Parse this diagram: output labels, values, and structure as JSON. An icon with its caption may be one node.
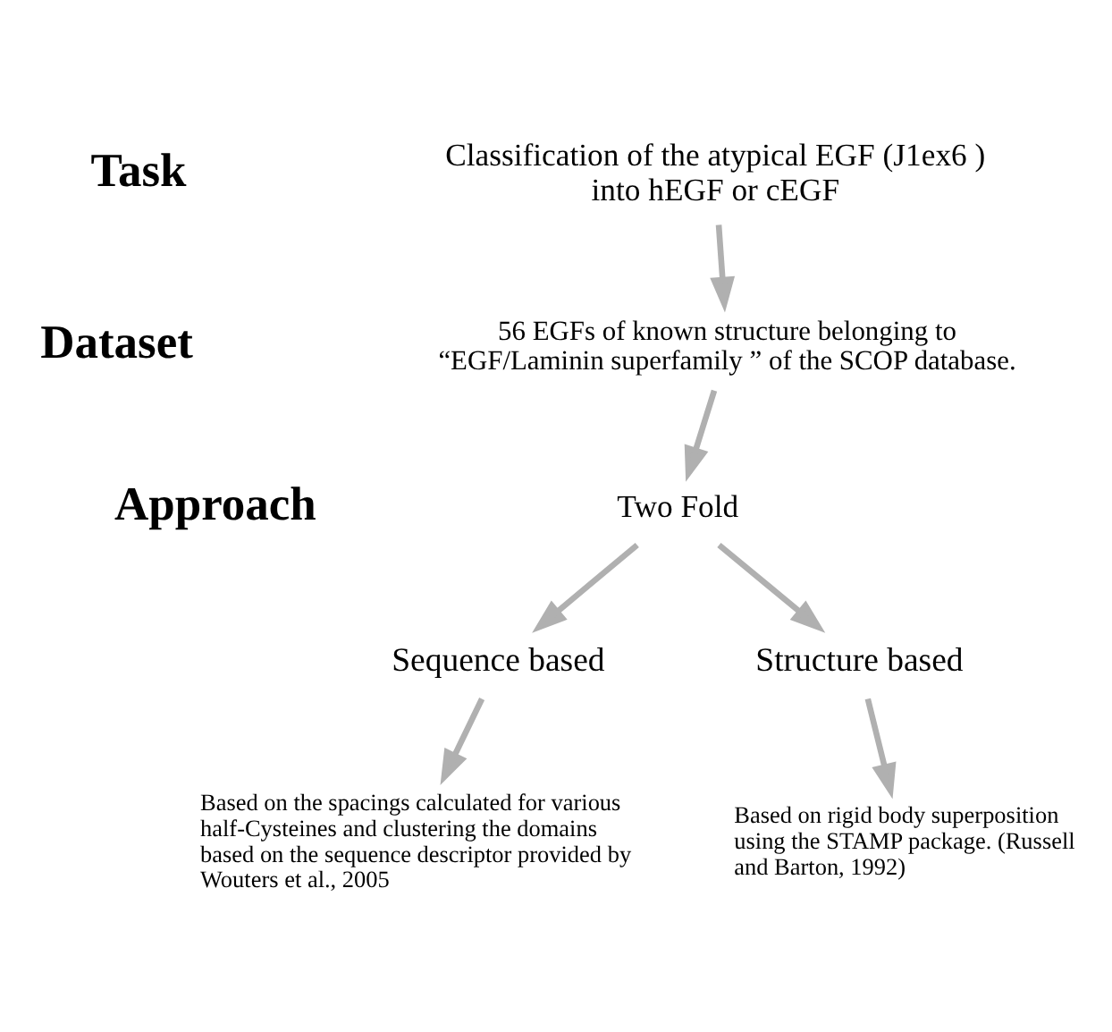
{
  "diagram": {
    "nodes": [
      {
        "text": [
          "Classification of the atypical EGF (J1ex6 ) into hEGF or cEGF"
        ]
      },
      {
        "text": [
          "56 EGFs of known structure belonging to “EGF/Laminin superfamily ” of the SCOP database."
        ]
      },
      {
        "text": [
          "Two Fold"
        ]
      },
      {
        "text": [
          "Sequence based"
        ]
      },
      {
        "text": [
          "Structure based"
        ]
      },
      {
        "text": [
          "Based on the spacings calculated for various half-Cysteines and clustering the domains based on the sequence descriptor provided by Wouters et al., 2005"
        ]
      },
      {
        "text": [
          "Based on rigid body superposition using the STAMP package. (Russell and Barton, 1992)"
        ]
      }
    ],
    "edges": [
      {
        "from": 0,
        "to": 1,
        "arrow": "to"
      },
      {
        "from": 1,
        "to": 2,
        "arrow": "to"
      },
      {
        "from": 2,
        "to": 3,
        "arrow": "to"
      },
      {
        "from": 2,
        "to": 4,
        "arrow": "to"
      },
      {
        "from": 3,
        "to": 5,
        "arrow": "to"
      },
      {
        "from": 4,
        "to": 6,
        "arrow": "to"
      }
    ],
    "labels": [
      "Task",
      "Dataset",
      "Approach"
    ]
  }
}
